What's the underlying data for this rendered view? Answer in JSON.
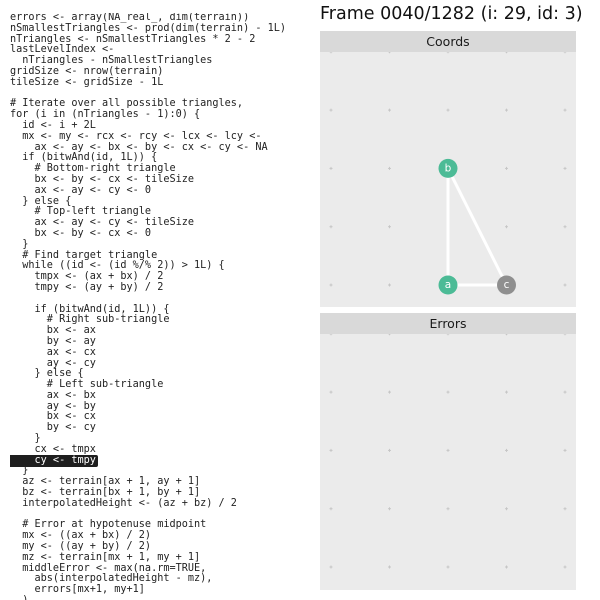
{
  "frame_title": "Frame 0040/1282 (i: 29, id: 3)",
  "highlighted_line_index": 41,
  "code_lines": [
    "errors <- array(NA_real_, dim(terrain))",
    "nSmallestTriangles <- prod(dim(terrain) - 1L)",
    "nTriangles <- nSmallestTriangles * 2 - 2",
    "lastLevelIndex <-",
    "  nTriangles - nSmallestTriangles",
    "gridSize <- nrow(terrain)",
    "tileSize <- gridSize - 1L",
    "",
    "# Iterate over all possible triangles,",
    "for (i in (nTriangles - 1):0) {",
    "  id <- i + 2L",
    "  mx <- my <- rcx <- rcy <- lcx <- lcy <-",
    "    ax <- ay <- bx <- by <- cx <- cy <- NA",
    "  if (bitwAnd(id, 1L)) {",
    "    # Bottom-right triangle",
    "    bx <- by <- cx <- tileSize",
    "    ax <- ay <- cy <- 0",
    "  } else {",
    "    # Top-left triangle",
    "    ax <- ay <- cy <- tileSize",
    "    bx <- by <- cx <- 0",
    "  }",
    "  # Find target triangle",
    "  while ((id <- (id %/% 2)) > 1L) {",
    "    tmpx <- (ax + bx) / 2",
    "    tmpy <- (ay + by) / 2",
    "",
    "    if (bitwAnd(id, 1L)) {",
    "      # Right sub-triangle",
    "      bx <- ax",
    "      by <- ay",
    "      ax <- cx",
    "      ay <- cy",
    "    } else {",
    "      # Left sub-triangle",
    "      ax <- bx",
    "      ay <- by",
    "      bx <- cx",
    "      by <- cy",
    "    }",
    "    cx <- tmpx",
    "    cy <- tmpy",
    "  }",
    "  az <- terrain[ax + 1, ay + 1]",
    "  bz <- terrain[bx + 1, by + 1]",
    "  interpolatedHeight <- (az + bz) / 2",
    "",
    "  # Error at hypotenuse midpoint",
    "  mx <- ((ax + bx) / 2)",
    "  my <- ((ay + by) / 2)",
    "  mz <- terrain[mx + 1, my + 1]",
    "  middleError <- max(na.rm=TRUE,",
    "    abs(interpolatedHeight - mz),",
    "    errors[mx+1, my+1]",
    "  )"
  ],
  "panels": {
    "coords": {
      "title": "Coords"
    },
    "errors": {
      "title": "Errors"
    }
  },
  "grid": {
    "cols": 5,
    "rows": 5
  },
  "triangle": {
    "nodes": [
      {
        "label": "a",
        "x": 2,
        "y": 0,
        "color": "#4cbb96"
      },
      {
        "label": "b",
        "x": 2,
        "y": 2,
        "color": "#4cbb96"
      },
      {
        "label": "c",
        "x": 3,
        "y": 0,
        "color": "#8f8f8f"
      }
    ],
    "edges": [
      [
        "a",
        "b"
      ],
      [
        "b",
        "c"
      ],
      [
        "a",
        "c"
      ]
    ]
  }
}
